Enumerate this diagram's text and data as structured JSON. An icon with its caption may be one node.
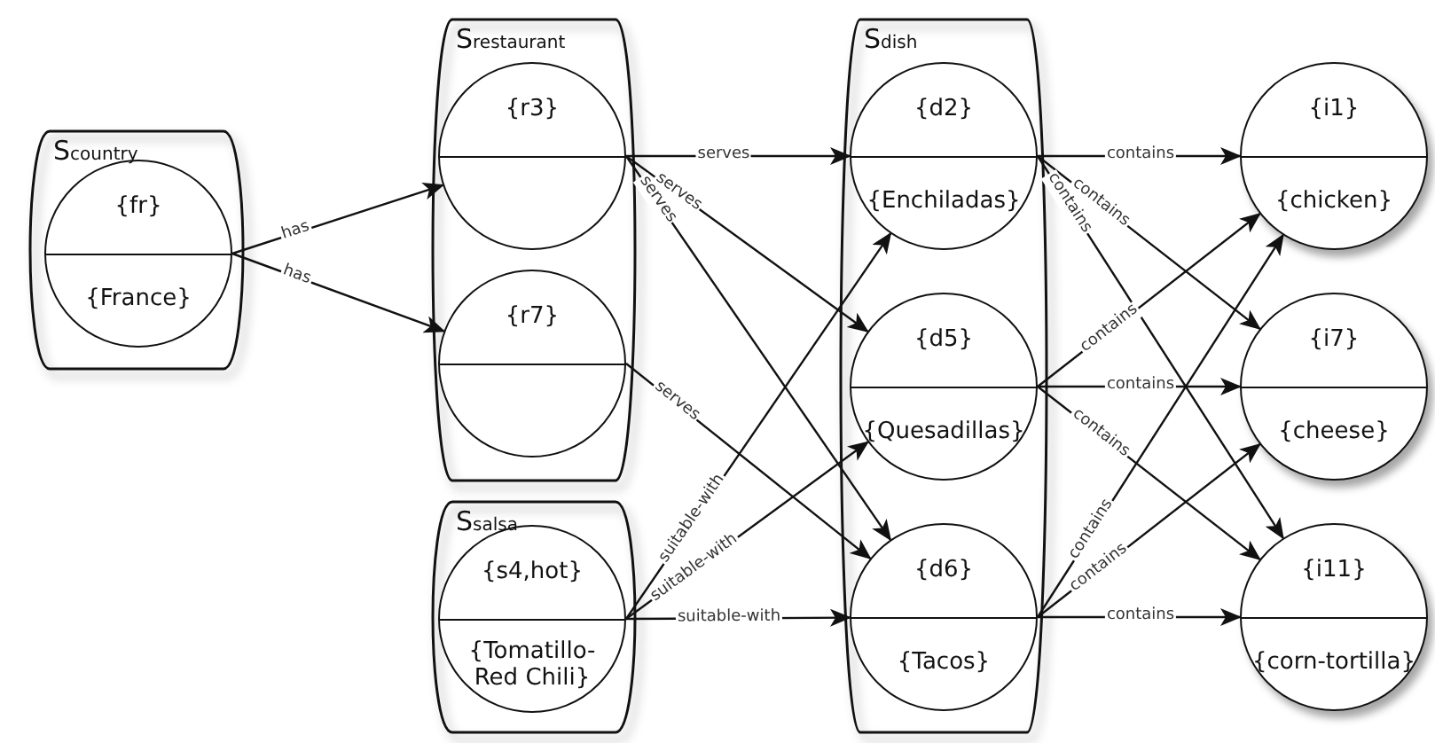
{
  "diagram": {
    "nodes": [
      {
        "text": [
          "S$_{country}$"
        ]
      },
      {
        "text": [
          "{fr}",
          "{France}"
        ],
        "in": 0
      },
      {
        "text": [
          "S$_{restaurant}$"
        ]
      },
      {
        "text": [
          "{r3}"
        ],
        "in": 2
      },
      {
        "text": [
          "{r7}"
        ],
        "in": 2
      },
      {
        "text": [
          "S$_{salsa}$"
        ]
      },
      {
        "text": [
          "{s4,hot}",
          "{Tomatillo-Red Chili}"
        ],
        "in": 5
      },
      {
        "text": [
          "S$_{dish}$"
        ]
      },
      {
        "text": [
          "{d2}",
          "{Enchiladas}"
        ],
        "in": 7
      },
      {
        "text": [
          "{d5}",
          "{Quesadillas}"
        ],
        "in": 7
      },
      {
        "text": [
          "{d6}",
          "{Tacos}"
        ],
        "in": 7
      },
      {
        "text": [
          "{i1}",
          "{chicken}"
        ]
      },
      {
        "text": [
          "{i7}",
          "{cheese}"
        ]
      },
      {
        "text": [
          "{i11}",
          "{corn-tortilla}"
        ]
      }
    ],
    "edges": [
      {
        "from": 1,
        "to": 3,
        "arrow": "to",
        "label": "has"
      },
      {
        "from": 1,
        "to": 4,
        "arrow": "to",
        "label": "has"
      },
      {
        "from": 3,
        "to": 8,
        "arrow": "to",
        "label": "serves"
      },
      {
        "from": 3,
        "to": 9,
        "arrow": "to",
        "label": "serves"
      },
      {
        "from": 3,
        "to": 10,
        "arrow": "to",
        "label": "serves"
      },
      {
        "from": 4,
        "to": 10,
        "arrow": "to",
        "label": "serves"
      },
      {
        "from": 6,
        "to": 8,
        "arrow": "to",
        "label": "suitable-with"
      },
      {
        "from": 6,
        "to": 9,
        "arrow": "to",
        "label": "suitable-with"
      },
      {
        "from": 6,
        "to": 10,
        "arrow": "to",
        "label": "suitable-with"
      },
      {
        "from": 8,
        "to": 11,
        "arrow": "to",
        "label": "contains"
      },
      {
        "from": 8,
        "to": 12,
        "arrow": "to",
        "label": "contains"
      },
      {
        "from": 8,
        "to": 13,
        "arrow": "to",
        "label": "contains"
      },
      {
        "from": 9,
        "to": 11,
        "arrow": "to",
        "label": "contains"
      },
      {
        "from": 9,
        "to": 12,
        "arrow": "to",
        "label": "contains"
      },
      {
        "from": 9,
        "to": 13,
        "arrow": "to",
        "label": "contains"
      },
      {
        "from": 10,
        "to": 11,
        "arrow": "to",
        "label": "contains"
      },
      {
        "from": 10,
        "to": 12,
        "arrow": "to",
        "label": "contains"
      },
      {
        "from": 10,
        "to": 13,
        "arrow": "to",
        "label": "contains"
      }
    ]
  }
}
